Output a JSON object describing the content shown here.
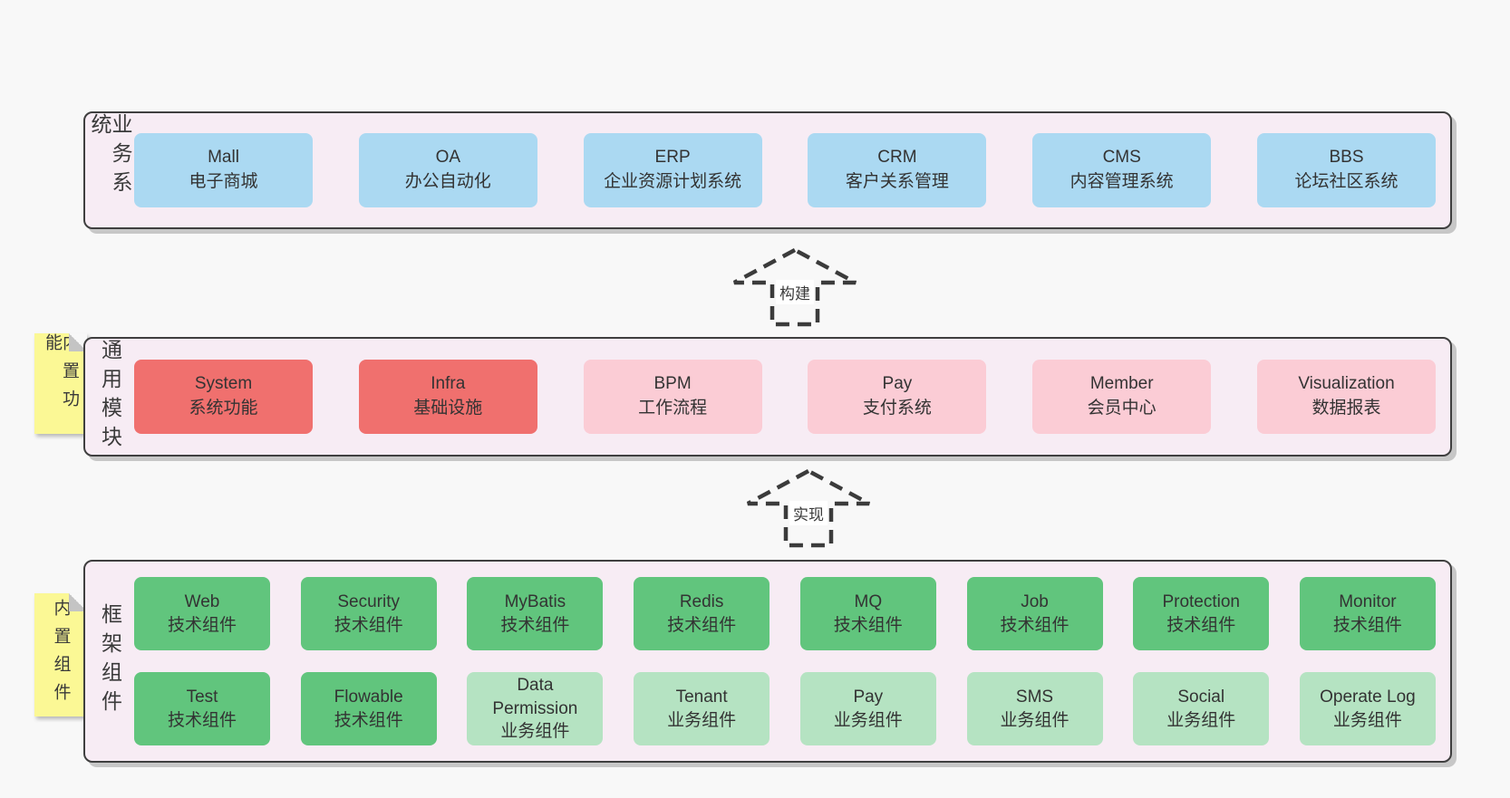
{
  "layers": {
    "business": {
      "label": "业务系统",
      "boxes": [
        {
          "name": "Mall",
          "desc": "电子商城"
        },
        {
          "name": "OA",
          "desc": "办公自动化"
        },
        {
          "name": "ERP",
          "desc": "企业资源计划系统"
        },
        {
          "name": "CRM",
          "desc": "客户关系管理"
        },
        {
          "name": "CMS",
          "desc": "内容管理系统"
        },
        {
          "name": "BBS",
          "desc": "论坛社区系统"
        }
      ]
    },
    "modules": {
      "label": "通用模块",
      "sticky_note": "内置功能",
      "boxes": [
        {
          "name": "System",
          "desc": "系统功能",
          "variant": "red"
        },
        {
          "name": "Infra",
          "desc": "基础设施",
          "variant": "red"
        },
        {
          "name": "BPM",
          "desc": "工作流程",
          "variant": "pink"
        },
        {
          "name": "Pay",
          "desc": "支付系统",
          "variant": "pink"
        },
        {
          "name": "Member",
          "desc": "会员中心",
          "variant": "pink"
        },
        {
          "name": "Visualization",
          "desc": "数据报表",
          "variant": "pink"
        }
      ]
    },
    "framework": {
      "label": "框架组件",
      "sticky_note": "内置组件",
      "row1": [
        {
          "name": "Web",
          "desc": "技术组件",
          "variant": "green"
        },
        {
          "name": "Security",
          "desc": "技术组件",
          "variant": "green"
        },
        {
          "name": "MyBatis",
          "desc": "技术组件",
          "variant": "green"
        },
        {
          "name": "Redis",
          "desc": "技术组件",
          "variant": "green"
        },
        {
          "name": "MQ",
          "desc": "技术组件",
          "variant": "green"
        },
        {
          "name": "Job",
          "desc": "技术组件",
          "variant": "green"
        },
        {
          "name": "Protection",
          "desc": "技术组件",
          "variant": "green"
        },
        {
          "name": "Monitor",
          "desc": "技术组件",
          "variant": "green"
        }
      ],
      "row2": [
        {
          "name": "Test",
          "desc": "技术组件",
          "variant": "green"
        },
        {
          "name": "Flowable",
          "desc": "技术组件",
          "variant": "green"
        },
        {
          "name": "Data Permission",
          "desc": "业务组件",
          "variant": "green-light"
        },
        {
          "name": "Tenant",
          "desc": "业务组件",
          "variant": "green-light"
        },
        {
          "name": "Pay",
          "desc": "业务组件",
          "variant": "green-light"
        },
        {
          "name": "SMS",
          "desc": "业务组件",
          "variant": "green-light"
        },
        {
          "name": "Social",
          "desc": "业务组件",
          "variant": "green-light"
        },
        {
          "name": "Operate Log",
          "desc": "业务组件",
          "variant": "green-light"
        }
      ]
    }
  },
  "arrows": [
    {
      "label": "构建"
    },
    {
      "label": "实现"
    }
  ],
  "colors": {
    "page_background": "#f8f8f8",
    "container_background": "#f7ecf4",
    "container_border": "#3f3f3f",
    "business_box": "#abd9f2",
    "core_module_box": "#f0706e",
    "optional_module_box": "#fbccd5",
    "tech_component_box": "#61c57d",
    "biz_component_box": "#b5e3c2",
    "sticky_note": "#fbf895",
    "sticky_fold": "#c4c4c4",
    "arrow_stroke": "#3b3b3b"
  }
}
